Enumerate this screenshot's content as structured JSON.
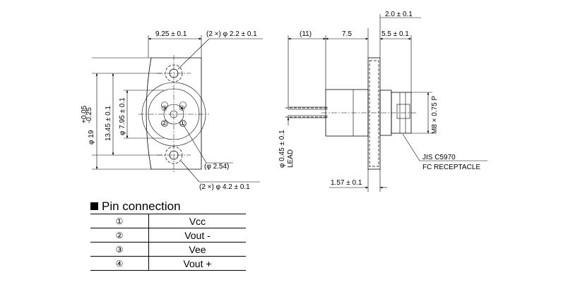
{
  "front_view": {
    "dims": {
      "width": "9.25 ± 0.1",
      "mount_holes_dia": "(2 ×) φ 2.2 ± 0.1",
      "body_dia_main": "φ 19",
      "body_dia_tol_upper": "+0.05",
      "body_dia_tol_lower": "-0.25",
      "hole_spacing": "13.45 ± 0.1",
      "center_dia": "φ 7.95 ± 0.1",
      "pin_pitch": "(φ 2.54)",
      "counterbore_dia": "(2 ×) φ 4.2 ± 0.1"
    },
    "pin_numbers": [
      "①",
      "②",
      "③",
      "④"
    ]
  },
  "side_view": {
    "dims": {
      "flange": "2.0 ± 0.1",
      "length_paren": "(11)",
      "length_body": "7.5",
      "connector": "5.5 ± 0.1",
      "lead": "φ 0.45 ± 0.1",
      "lead_label": "LEAD",
      "thread": "M8 × 0.75 P",
      "spec": "JIS C5970",
      "receptacle": "FC RECEPTACLE",
      "flange_thk": "1.57 ± 0.1"
    }
  },
  "pin_connection": {
    "title": "Pin connection",
    "rows": [
      {
        "pin": "①",
        "name": "Vcc"
      },
      {
        "pin": "②",
        "name": "Vout -"
      },
      {
        "pin": "③",
        "name": "Vee"
      },
      {
        "pin": "④",
        "name": "Vout +"
      }
    ]
  }
}
